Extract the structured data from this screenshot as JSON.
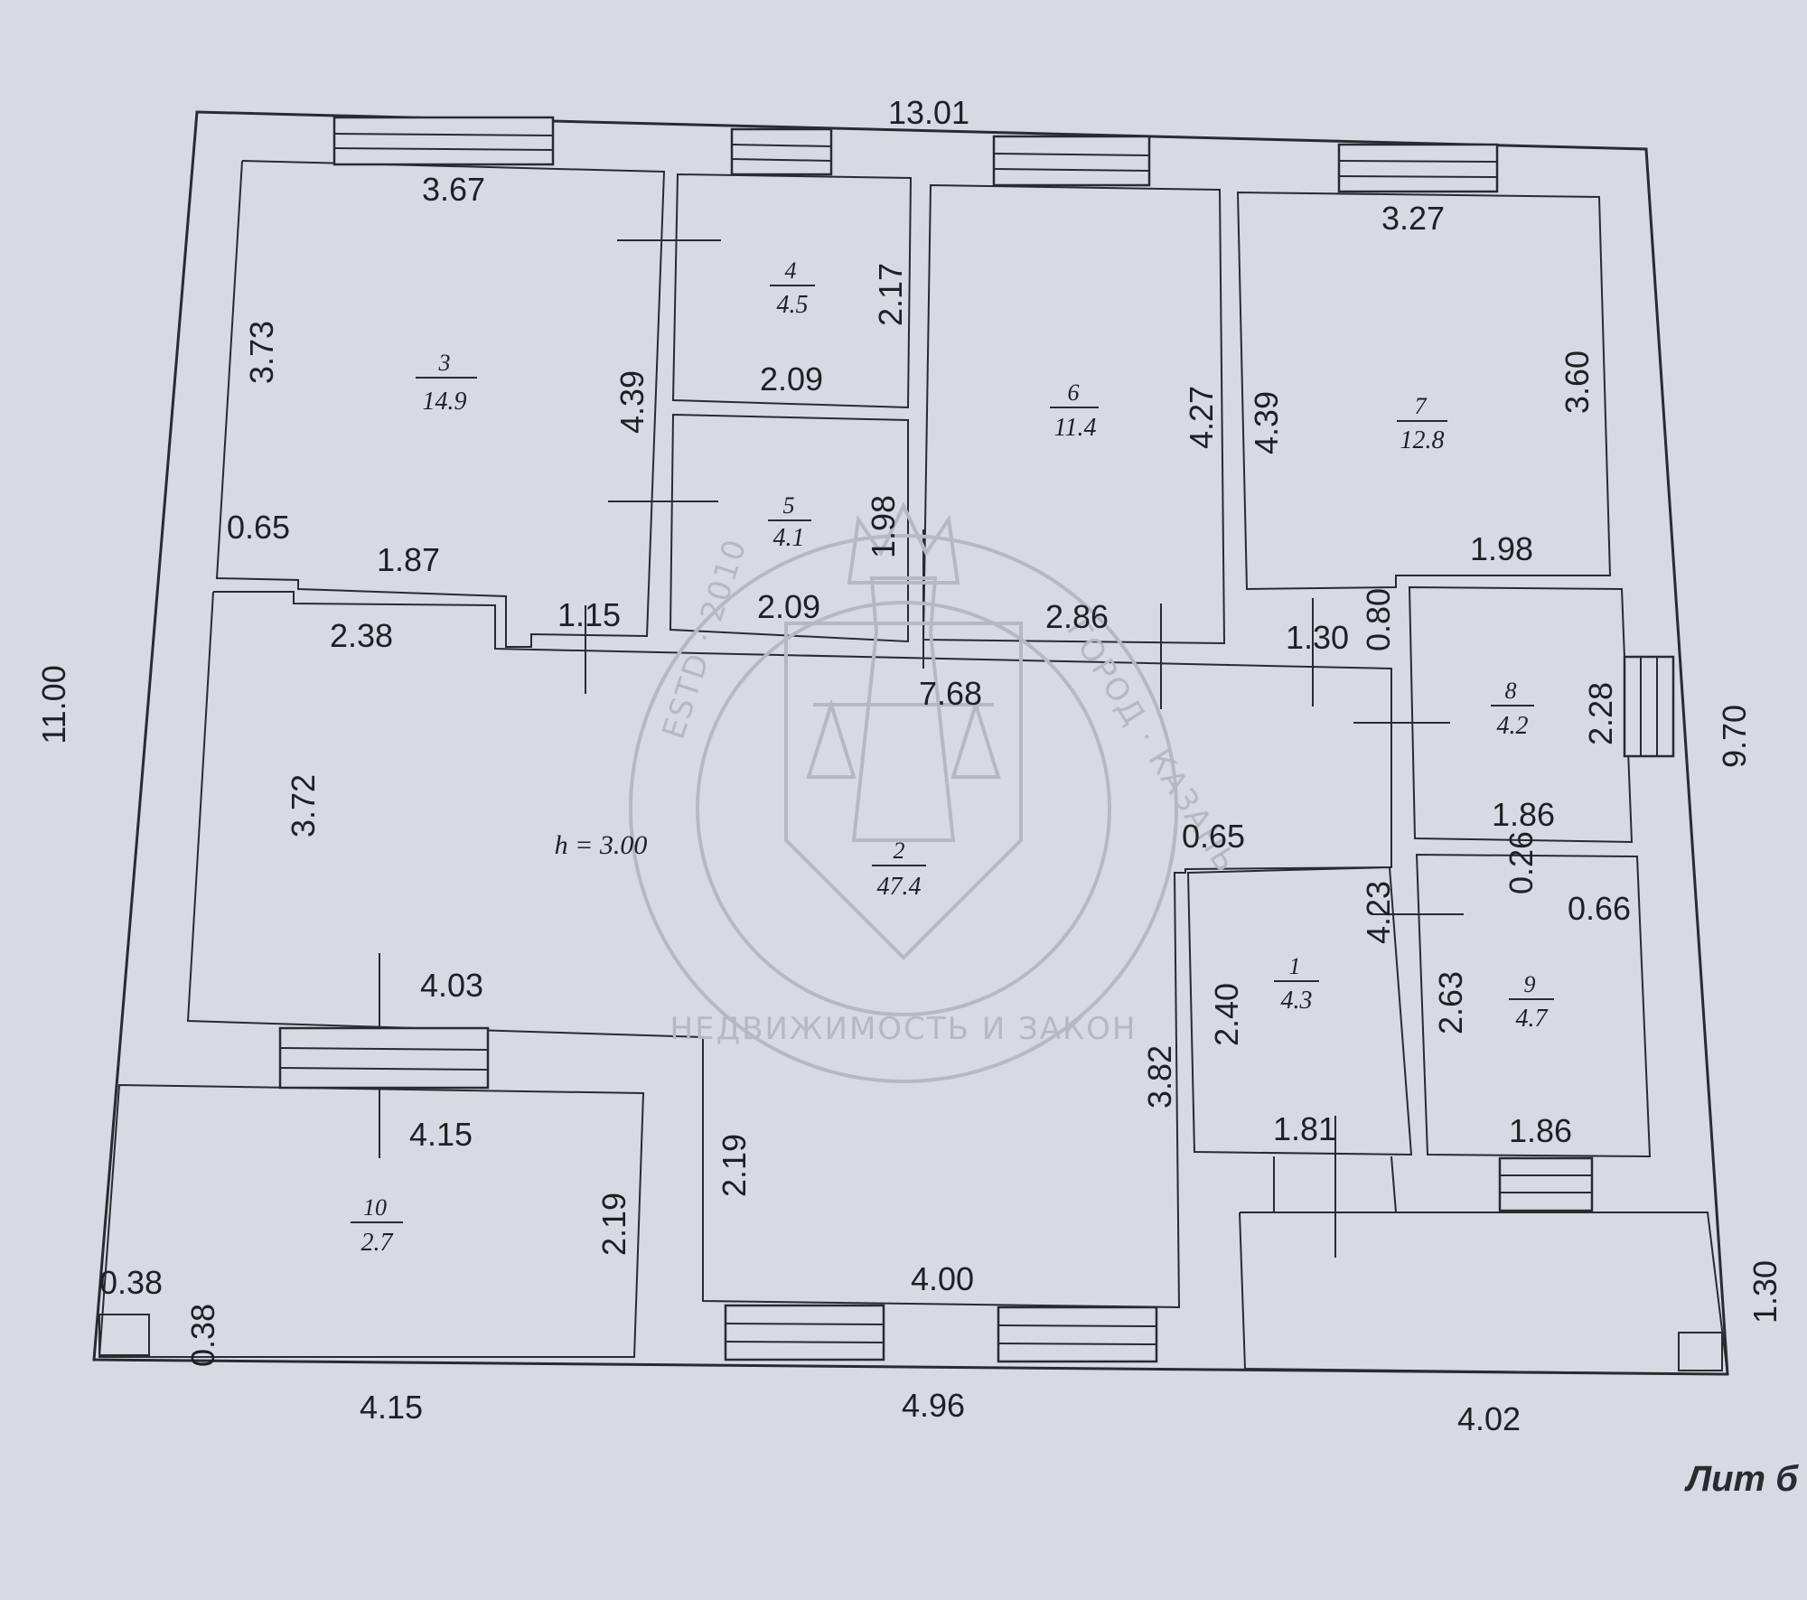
{
  "title": "Лит б",
  "height_note": "h = 3.00",
  "outer_dims": {
    "top": "13.01",
    "left": "11.00",
    "right_main": "9.70",
    "right_lower": "1.30",
    "bottom_left": "4.15",
    "bottom_mid": "4.96",
    "bottom_right": "4.02"
  },
  "rooms": [
    {
      "id": "3",
      "area": "14.9",
      "dims": [
        "3.67",
        "3.73",
        "4.39",
        "1.87",
        "0.65",
        "1.15"
      ]
    },
    {
      "id": "4",
      "area": "4.5",
      "dims": [
        "2.17",
        "2.09"
      ]
    },
    {
      "id": "5",
      "area": "4.1",
      "dims": [
        "1.98",
        "2.09"
      ]
    },
    {
      "id": "6",
      "area": "11.4",
      "dims": [
        "4.27",
        "2.86"
      ]
    },
    {
      "id": "7",
      "area": "12.8",
      "dims": [
        "3.27",
        "4.39",
        "3.60",
        "1.98"
      ]
    },
    {
      "id": "2",
      "area": "47.4",
      "dims": [
        "2.38",
        "7.68",
        "3.72",
        "4.03",
        "2.19",
        "3.82",
        "4.00",
        "1.30",
        "0.80",
        "0.65"
      ]
    },
    {
      "id": "8",
      "area": "4.2",
      "dims": [
        "2.28",
        "1.86"
      ]
    },
    {
      "id": "1",
      "area": "4.3",
      "dims": [
        "4.23",
        "2.40",
        "1.81"
      ]
    },
    {
      "id": "9",
      "area": "4.7",
      "dims": [
        "0.26",
        "0.66",
        "2.63",
        "1.86"
      ]
    },
    {
      "id": "10",
      "area": "2.7",
      "dims": [
        "4.15",
        "2.19"
      ]
    }
  ],
  "corner_dims": {
    "a": "0.38",
    "b": "0.38"
  },
  "stamp": {
    "ring_text": "НЕДВИЖИМОСТЬ И ЗАКОН",
    "city_text": "ГОРОД · КАЗАНЬ",
    "estd_text": "ESTD · 2010"
  }
}
